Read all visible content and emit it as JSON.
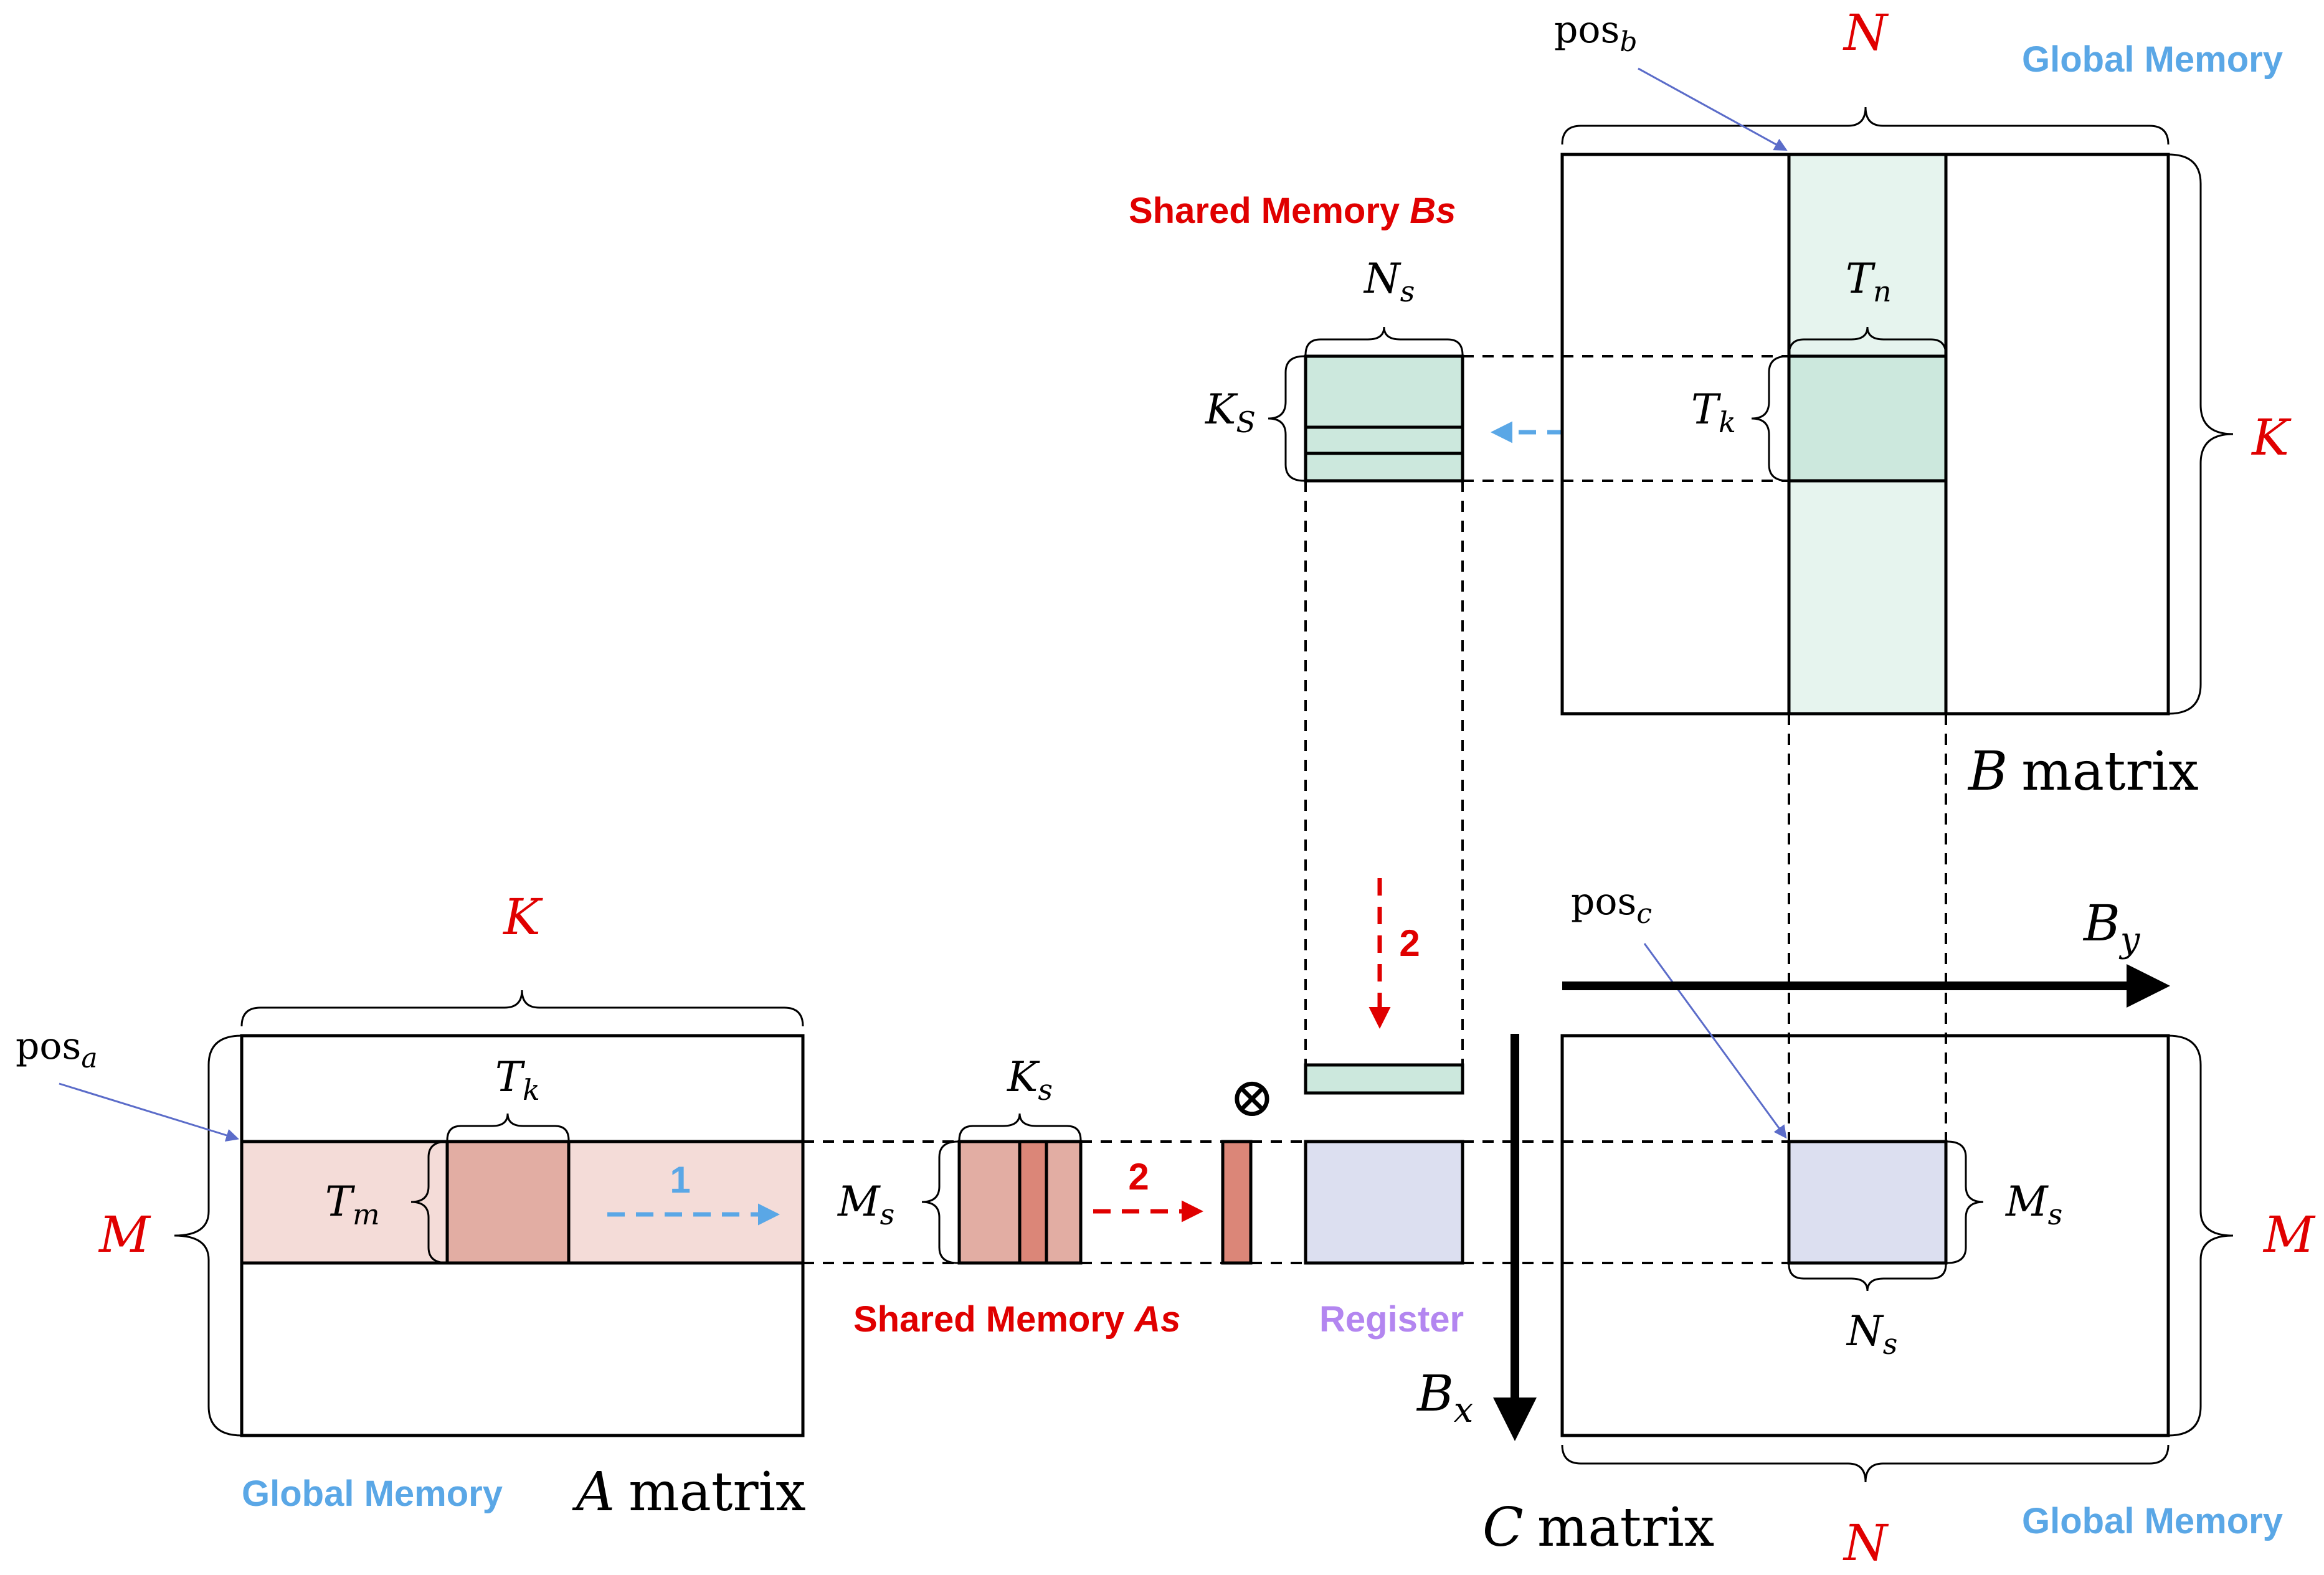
{
  "colors": {
    "red": "#e00000",
    "blue": "#5aa7e6",
    "purple": "#b386f0",
    "pos_arrow": "#5b6cc9",
    "green_light": "#e6f4ee",
    "green": "#cce8dd",
    "pink_light": "#f4dcd8",
    "pink": "#e2ada3",
    "pink_dark": "#db8678",
    "lavender": "#dcdff0",
    "stroke": "#000000"
  },
  "global_memory_label": "Global Memory",
  "shared_as_prefix": "Shared Memory ",
  "shared_as_var": "As",
  "shared_bs_prefix": "Shared Memory ",
  "shared_bs_var": "Bs",
  "register_label": "Register",
  "a_matrix": {
    "var": "A",
    "word": "matrix"
  },
  "b_matrix": {
    "var": "B",
    "word": "matrix"
  },
  "c_matrix": {
    "var": "C",
    "word": "matrix"
  },
  "dims": {
    "K": "K",
    "M": "M",
    "N": "N"
  },
  "pos": {
    "base": "pos",
    "a": "a",
    "b": "b",
    "c": "c"
  },
  "tile": {
    "T": "T",
    "k": "k",
    "m": "m",
    "n": "n",
    "K": "K",
    "M": "M",
    "N": "N",
    "s": "s",
    "S": "S"
  },
  "block": {
    "B": "B",
    "x": "x",
    "y": "y"
  },
  "steps": {
    "one": "1",
    "two": "2"
  },
  "otimes": "⊗"
}
